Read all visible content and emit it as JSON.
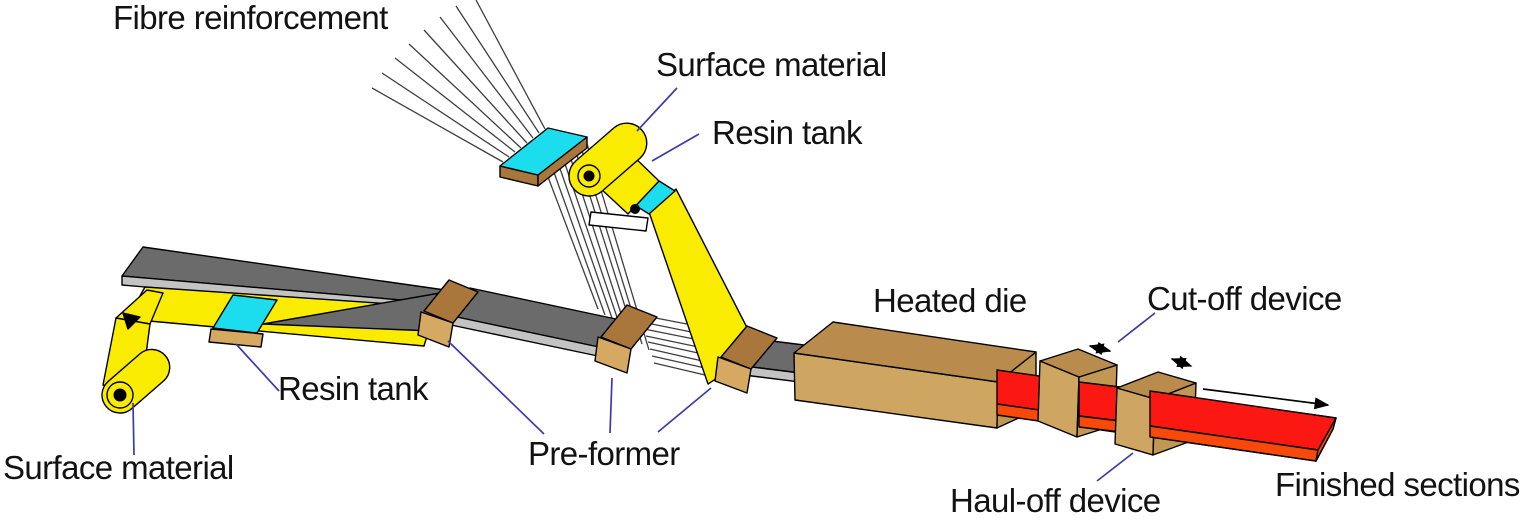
{
  "labels": {
    "fibre_reinforcement": "Fibre reinforcement",
    "surface_material_top": "Surface material",
    "resin_tank_top": "Resin tank",
    "resin_tank_left": "Resin tank",
    "surface_material_left": "Surface material",
    "pre_former": "Pre-former",
    "heated_die": "Heated die",
    "cut_off_device": "Cut-off device",
    "haul_off_device": "Haul-off device",
    "finished_sections": "Finished sections"
  },
  "colors": {
    "surface_material_yellow": "#F9EC00",
    "resin_tank_cyan": "#1CDDEE",
    "white": "#FFFFFF",
    "band_gray_top": "#6B6B6B",
    "band_gray_edge": "#C3C3C3",
    "former_brown_dark": "#A9763B",
    "former_brown_light": "#D6A963",
    "die_brown_top": "#B98B4C",
    "die_brown_front": "#CEA661",
    "die_brown_right": "#C19754",
    "product_red_top": "#FB1812",
    "product_red_front": "#F8480A",
    "leader_blue": "#3B3BAA",
    "fibre_line_gray": "#3F3F3F",
    "black": "#000000"
  }
}
